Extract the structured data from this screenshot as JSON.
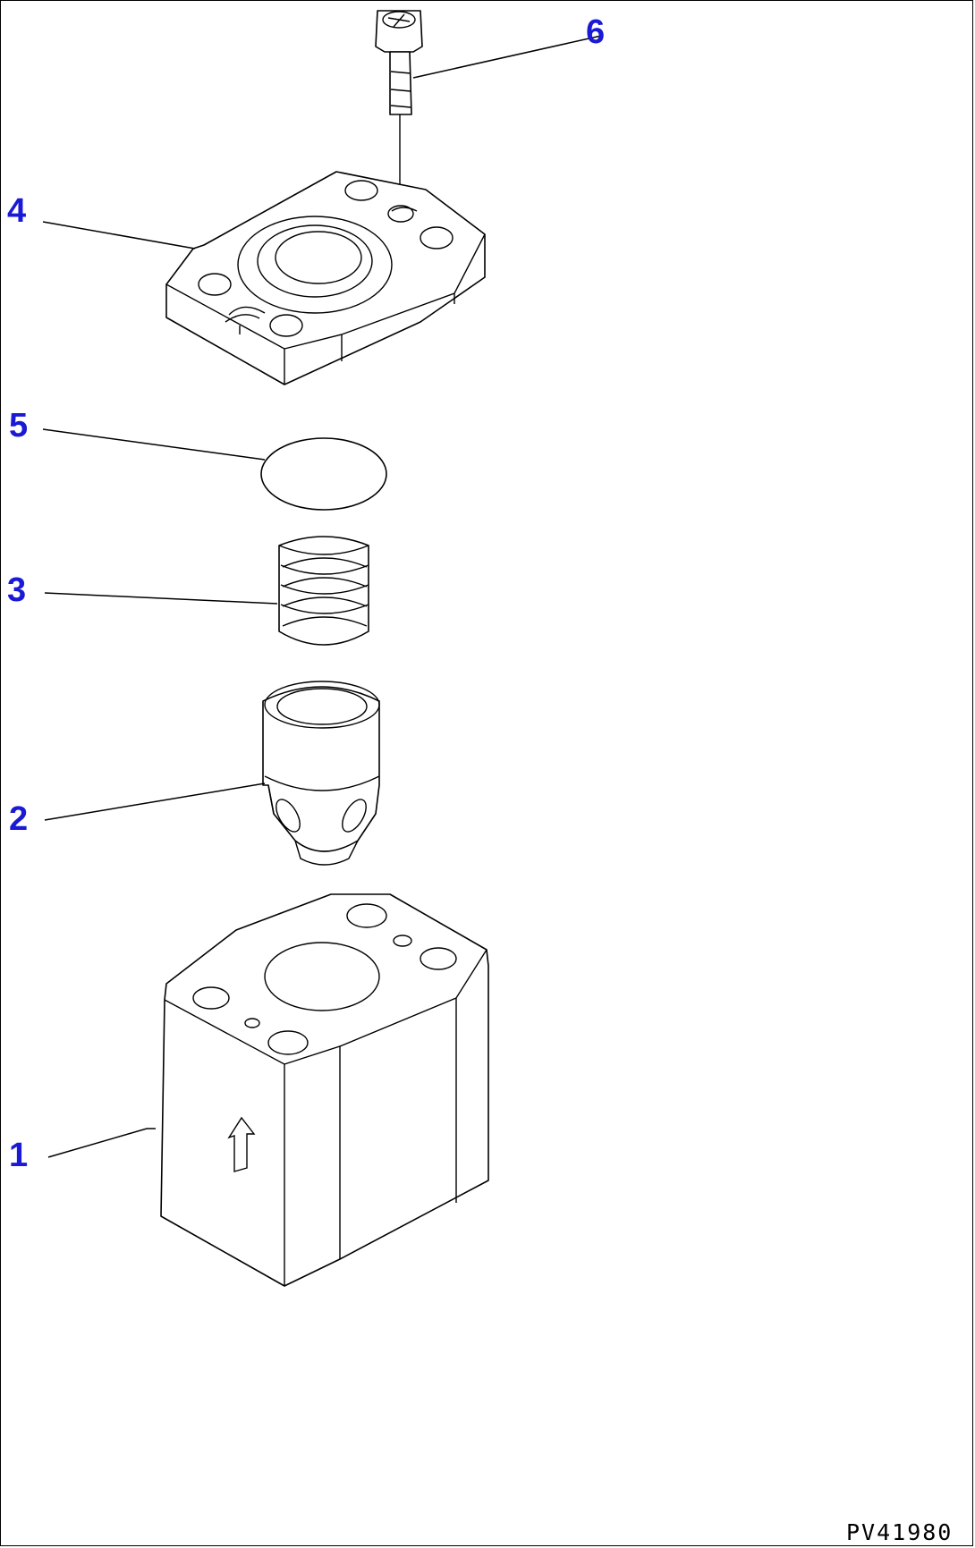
{
  "callouts": [
    {
      "id": "p1",
      "label": "1"
    },
    {
      "id": "p2",
      "label": "2"
    },
    {
      "id": "p3",
      "label": "3"
    },
    {
      "id": "p4",
      "label": "4"
    },
    {
      "id": "p5",
      "label": "5"
    },
    {
      "id": "p6",
      "label": "6"
    }
  ],
  "drawing_code": "PV41980",
  "colors": {
    "callout": "#1a1ad6",
    "line": "#000000",
    "background": "#ffffff"
  }
}
